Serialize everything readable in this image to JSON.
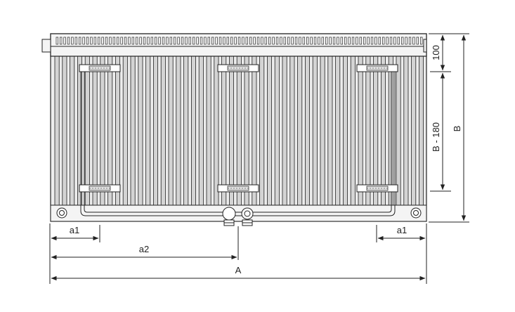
{
  "dimensions": {
    "top_offset": "100",
    "bracket_spacing": "B - 180",
    "height": "B",
    "a1_left": "a1",
    "a1_right": "a1",
    "a2": "a2",
    "width": "A"
  },
  "colors": {
    "line": "#222222",
    "fin": "#d4d4d4",
    "panel": "#ececec",
    "background": "#ffffff"
  },
  "icons": [
    "radiator-drawing",
    "dimension-arrow-icon",
    "connection-valve-icon",
    "wall-bracket-icon"
  ]
}
